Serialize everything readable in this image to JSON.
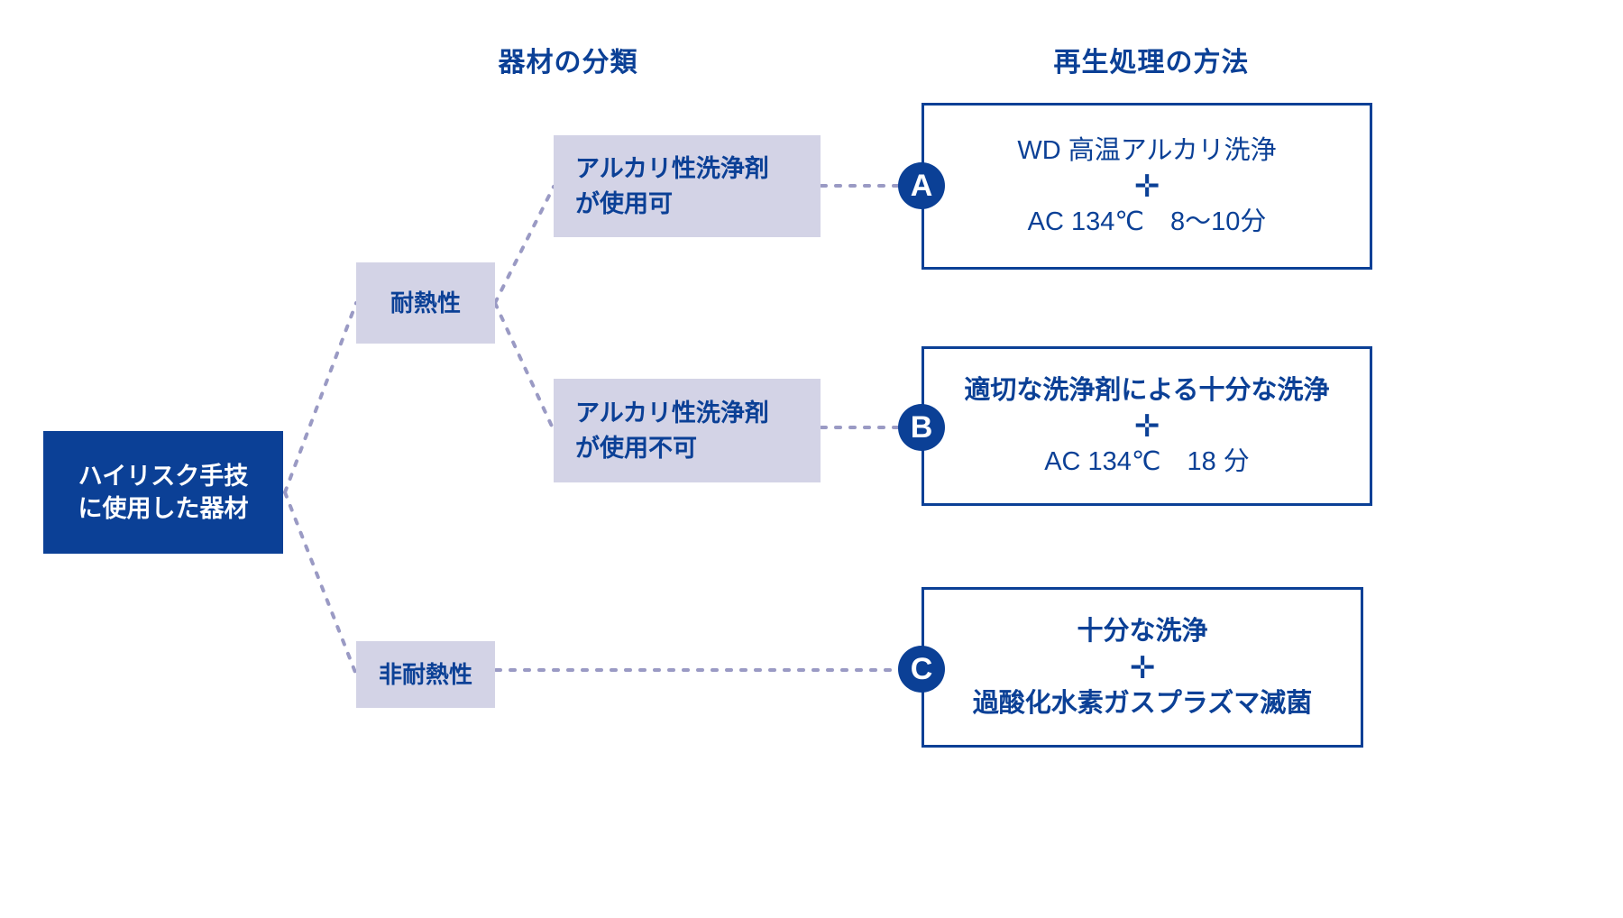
{
  "headers": {
    "classification": "器材の分類",
    "method": "再生処理の方法"
  },
  "root": {
    "line1": "ハイリスク手技",
    "line2": "に使用した器材",
    "color": "#0b4096"
  },
  "categories": [
    {
      "id": "heat-resistant",
      "line1": "耐熱性",
      "line2": ""
    },
    {
      "id": "alkali-usable",
      "line1": "アルカリ性洗浄剤",
      "line2": "が使用可"
    },
    {
      "id": "alkali-not-usable",
      "line1": "アルカリ性洗浄剤",
      "line2": "が使用不可"
    },
    {
      "id": "non-heat-resistant",
      "line1": "非耐熱性",
      "line2": ""
    }
  ],
  "methods": [
    {
      "badge": "A",
      "line1": "WD 高温アルカリ洗浄",
      "plus": "✛",
      "line2": "AC 134℃　8〜10分",
      "bold1": false,
      "bold2": false
    },
    {
      "badge": "B",
      "line1": "適切な洗浄剤による十分な洗浄",
      "plus": "✛",
      "line2": "AC 134℃　18 分",
      "bold1": true,
      "bold2": false
    },
    {
      "badge": "C",
      "line1": "十分な洗浄",
      "plus": "✛",
      "line2": "過酸化水素ガスプラズマ滅菌",
      "bold1": true,
      "bold2": true
    }
  ],
  "palette": {
    "brand_blue": "#0b4096",
    "category_fill": "#d3d3e6",
    "connector": "#9a9ac4",
    "background": "#ffffff"
  }
}
